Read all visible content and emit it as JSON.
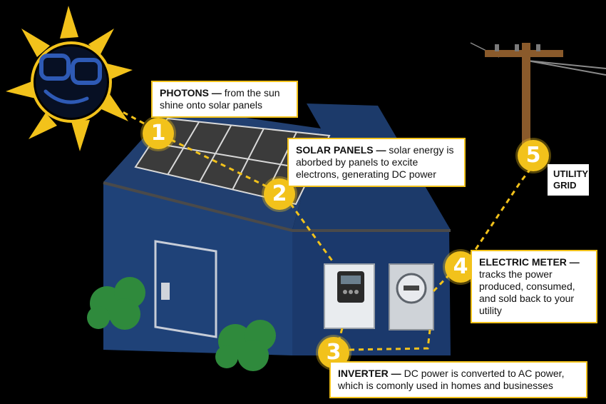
{
  "colors": {
    "accent": "#f2c21b",
    "house": "#1f3f75",
    "house_dark": "#162f59",
    "background": "#000000"
  },
  "steps": [
    {
      "number": "1",
      "title": "PHOTONS —",
      "text": " from the sun shine onto solar panels"
    },
    {
      "number": "2",
      "title": "SOLAR PANELS —",
      "text": " solar energy is aborbed  by panels to excite electrons, generating DC power"
    },
    {
      "number": "3",
      "title": "INVERTER —",
      "text": "  DC power is converted to AC power, which is comonly used in homes and businesses"
    },
    {
      "number": "4",
      "title": "ELECTRIC METER —",
      "text": " tracks the power produced, consumed, and sold back to your utility"
    },
    {
      "number": "5",
      "title": "UTILITY GRID",
      "text": ""
    }
  ]
}
